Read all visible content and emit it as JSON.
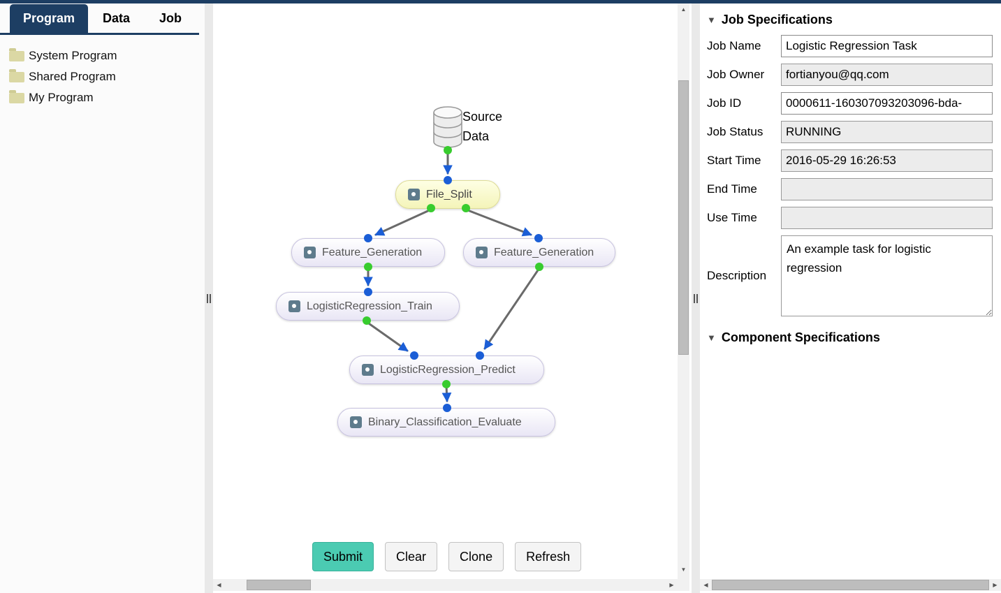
{
  "tabs": {
    "items": [
      {
        "label": "Program",
        "active": true
      },
      {
        "label": "Data",
        "active": false
      },
      {
        "label": "Job",
        "active": false
      }
    ]
  },
  "sidebar": {
    "folders": [
      {
        "label": "System Program"
      },
      {
        "label": "Shared Program"
      },
      {
        "label": "My Program"
      }
    ]
  },
  "diagram": {
    "source": {
      "label_line1": "Source",
      "label_line2": "Data",
      "icon": "database-cylinder"
    },
    "nodes": [
      {
        "label": "File_Split",
        "highlighted": true
      },
      {
        "label": "Feature_Generation",
        "highlighted": false
      },
      {
        "label": "Feature_Generation",
        "highlighted": false
      },
      {
        "label": "LogisticRegression_Train",
        "highlighted": false
      },
      {
        "label": "LogisticRegression_Predict",
        "highlighted": false
      },
      {
        "label": "Binary_Classification_Evaluate",
        "highlighted": false
      }
    ],
    "edges": [
      {
        "from": "Source Data",
        "to": "File_Split"
      },
      {
        "from": "File_Split",
        "to": "Feature_Generation (left)"
      },
      {
        "from": "File_Split",
        "to": "Feature_Generation (right)"
      },
      {
        "from": "Feature_Generation (left)",
        "to": "LogisticRegression_Train"
      },
      {
        "from": "LogisticRegression_Train",
        "to": "LogisticRegression_Predict"
      },
      {
        "from": "Feature_Generation (right)",
        "to": "LogisticRegression_Predict"
      },
      {
        "from": "LogisticRegression_Predict",
        "to": "Binary_Classification_Evaluate"
      }
    ]
  },
  "toolbar": {
    "submit": "Submit",
    "clear": "Clear",
    "clone": "Clone",
    "refresh": "Refresh"
  },
  "job_specs": {
    "title": "Job Specifications",
    "fields": {
      "job_name": {
        "label": "Job Name",
        "value": "Logistic Regression Task"
      },
      "job_owner": {
        "label": "Job Owner",
        "value": "fortianyou@qq.com"
      },
      "job_id": {
        "label": "Job ID",
        "value": "0000611-160307093203096-bda-"
      },
      "job_status": {
        "label": "Job Status",
        "value": "RUNNING"
      },
      "start_time": {
        "label": "Start Time",
        "value": "2016-05-29 16:26:53"
      },
      "end_time": {
        "label": "End Time",
        "value": ""
      },
      "use_time": {
        "label": "Use Time",
        "value": ""
      }
    },
    "description": {
      "label": "Description",
      "value": "An example task for logistic regression"
    }
  },
  "component_specs": {
    "title": "Component Specifications"
  },
  "icons": {
    "collapse": "▼",
    "up": "▲",
    "down": "▼",
    "left": "◀",
    "right": "▶"
  },
  "colors": {
    "navy": "#1d3e63",
    "submit_teal": "#4bcbb2",
    "node_highlight": "#f4f4b9",
    "node_border": "#c8c3e0",
    "port_green": "#38cc2e",
    "port_blue": "#1b5ed6",
    "edge_gray": "#6a6a6a"
  }
}
